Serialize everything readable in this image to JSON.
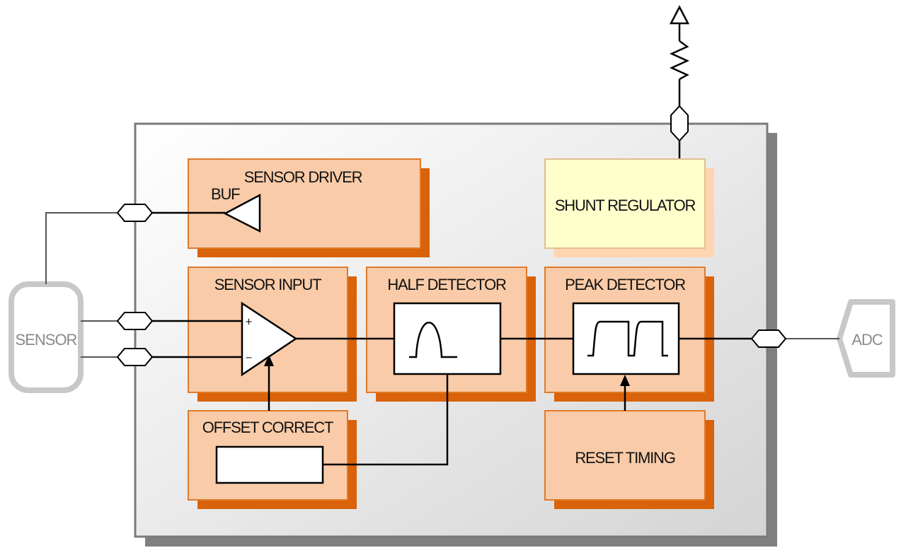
{
  "blocks": {
    "sensor_driver": "SENSOR DRIVER",
    "buf": "BUF",
    "shunt_regulator": "SHUNT REGULATOR",
    "sensor_input": "SENSOR INPUT",
    "half_detector": "HALF DETECTOR",
    "peak_detector": "PEAK DETECTOR",
    "offset_correct": "OFFSET CORRECT",
    "reset_timing": "RESET TIMING"
  },
  "external": {
    "sensor": "SENSOR",
    "adc": "ADC"
  },
  "amp": {
    "plus": "+",
    "minus": "−"
  },
  "colors": {
    "block_fill": "#f9cba8",
    "block_border": "#e07a2a",
    "block_shadow": "#d9620a",
    "regulator_fill": "#ffffcc",
    "chip_shadow": "#808080",
    "external_outline": "#c8c8c8"
  }
}
